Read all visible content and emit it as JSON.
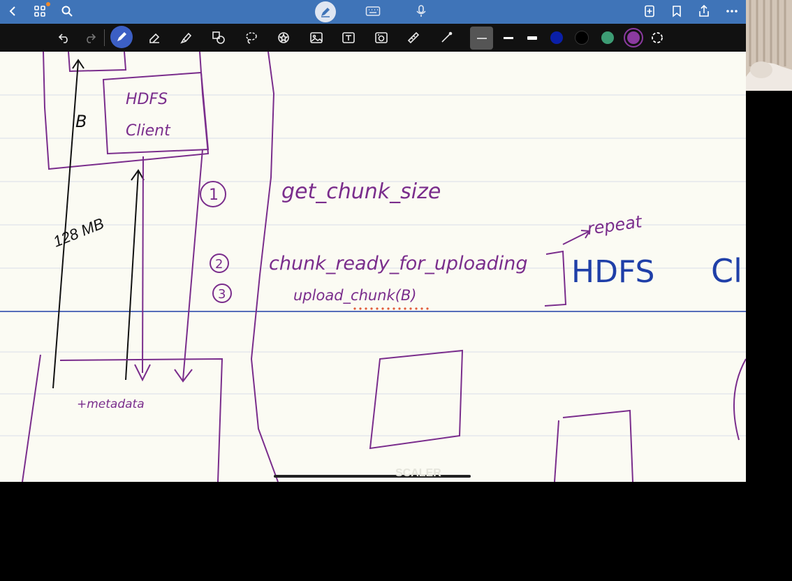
{
  "colors": {
    "topbar": "#3f74b8",
    "toolbar": "#111111",
    "paper": "#fbfbf3",
    "rule_line": "#d8dce8",
    "pen_purple": "#7a2d8c",
    "pen_blue": "#1f3fa8",
    "pen_black": "#111111",
    "swatches": [
      "#0a1fa8",
      "#000000",
      "#3d9c74",
      "#8b3aa0"
    ]
  },
  "topbar": {
    "left_icons": [
      "back-chevron-icon",
      "grid-icon",
      "search-icon"
    ],
    "center_icons": [
      "pen-mode-icon",
      "keyboard-icon",
      "microphone-icon"
    ],
    "right_icons": [
      "add-page-icon",
      "bookmark-icon",
      "share-icon",
      "more-icon"
    ]
  },
  "toolbar": {
    "tools": [
      "undo-icon",
      "redo-icon",
      "pen-icon",
      "eraser-icon",
      "highlighter-icon",
      "shapes-icon",
      "lasso-icon",
      "star-icon",
      "image-icon",
      "text-box-icon",
      "camera-icon",
      "ruler-icon",
      "laser-pointer-icon"
    ],
    "stroke_widths": [
      "thin",
      "medium",
      "thick"
    ],
    "selected_tool": "pen-icon"
  },
  "note": {
    "hdfs": "HDFS",
    "client": "Client",
    "b_label": "B",
    "size_label": "128 MB",
    "step_1_num": "1",
    "step_1": "get_chunk_size",
    "step_2_num": "2",
    "step_2": "chunk_ready_for_uploading",
    "step_3_num": "3",
    "step_3": "upload_chunk(B)",
    "repeat": "repeat",
    "hdfs_big": "HDFS",
    "cl_partial": "Cl",
    "metadata": "+metadata"
  },
  "watermark": "SCALER"
}
